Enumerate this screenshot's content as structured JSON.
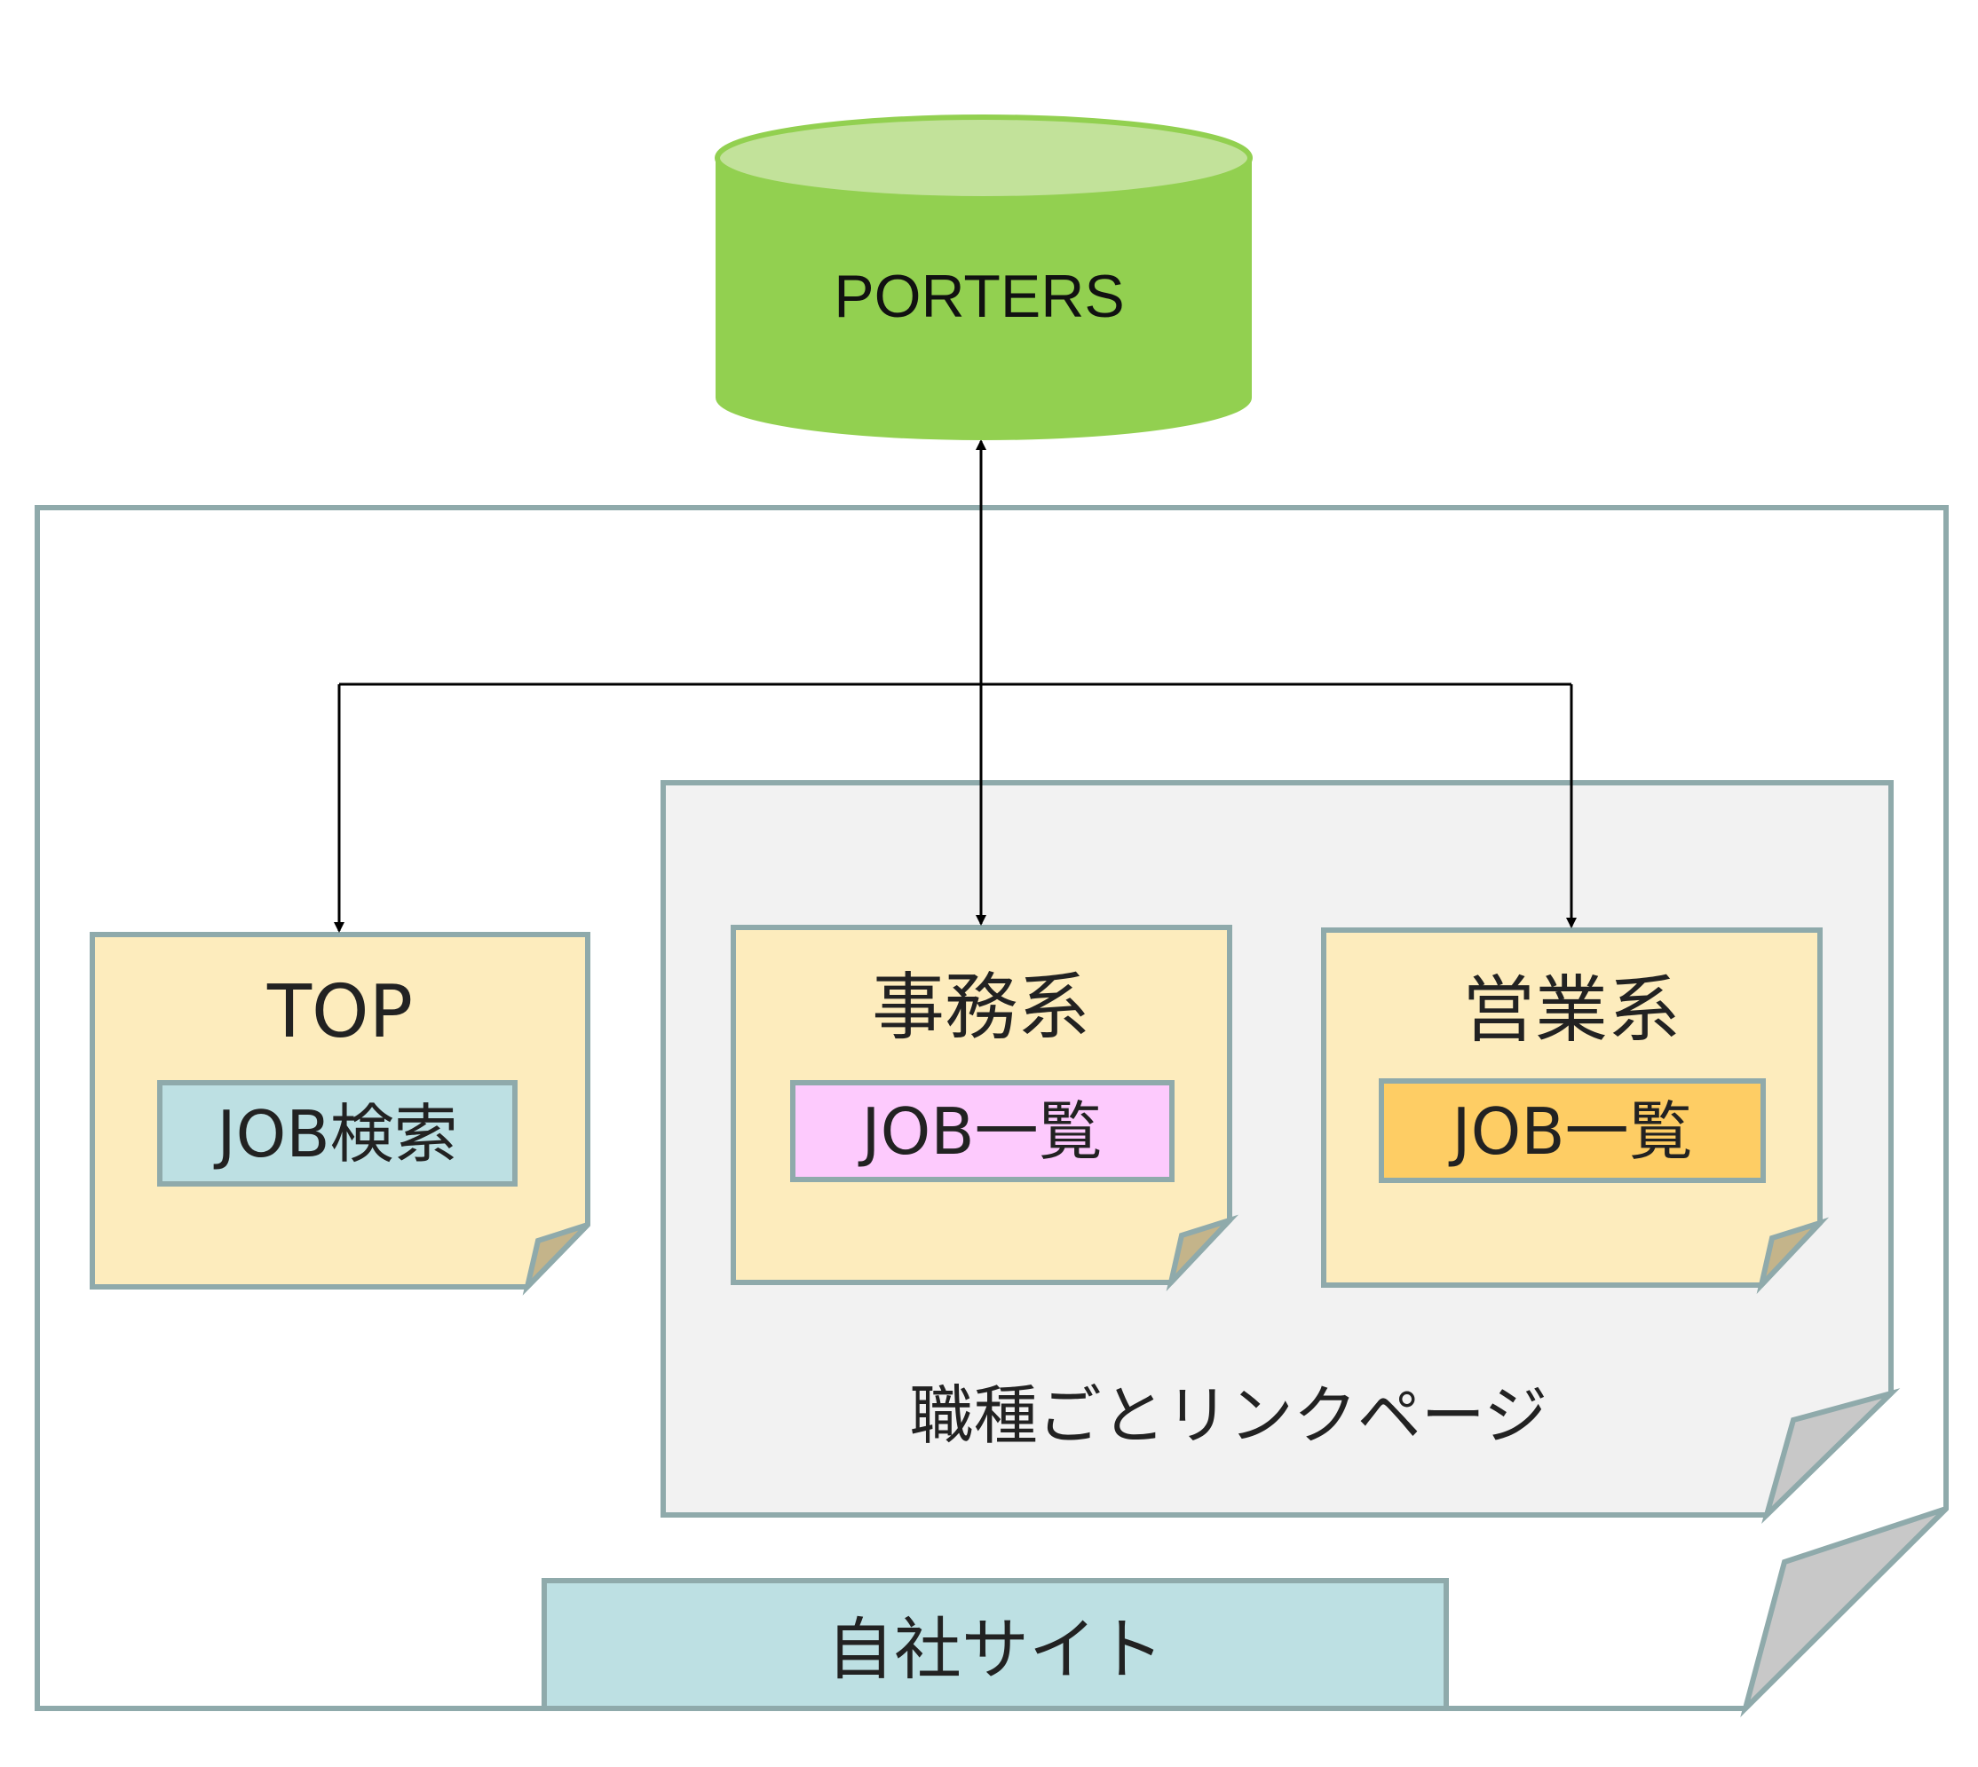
{
  "database": {
    "label": "PORTERS"
  },
  "own_site": {
    "label": "自社サイト"
  },
  "link_pages_group": {
    "label": "職種ごとリンクページ"
  },
  "pages": [
    {
      "id": "top",
      "title": "TOP",
      "component": "JOB検索",
      "component_color": "#bde0e3"
    },
    {
      "id": "office",
      "title": "事務系",
      "component": "JOB一覧",
      "component_color": "#fdcafd"
    },
    {
      "id": "sales",
      "title": "営業系",
      "component": "JOB一覧",
      "component_color": "#fecd64"
    }
  ],
  "colors": {
    "database_body": "#92d050",
    "database_top": "#c2e29a",
    "page_fill": "#fdecbd",
    "border": "#8faaab",
    "group_fill": "#f2f2f2",
    "fold_fill": "#c8c8c8",
    "site_label_fill": "#bde0e3",
    "arrow": "#000000"
  }
}
